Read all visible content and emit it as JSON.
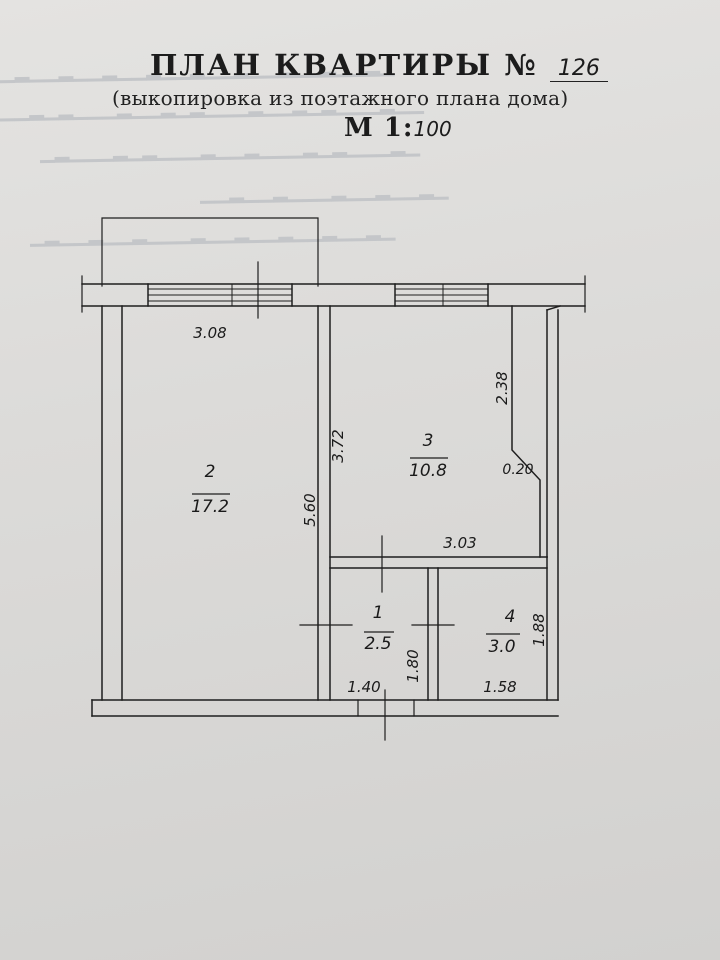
{
  "header": {
    "title": "ПЛАН КВАРТИРЫ №",
    "apartment_number": "126",
    "subtitle": "(выкопировка из поэтажного плана дома)",
    "scale_label": "М 1:",
    "scale_value": "100"
  },
  "rooms": [
    {
      "number": "1",
      "area": "2.5"
    },
    {
      "number": "2",
      "area": "17.2"
    },
    {
      "number": "3",
      "area": "10.8"
    },
    {
      "number": "4",
      "area": "3.0"
    }
  ],
  "dimensions": {
    "room2_width": "3.08",
    "room2_length": "5.60",
    "room3_width": "3.03",
    "room3_length": "3.72",
    "niche_depth": "2.38",
    "niche_offset": "0.20",
    "room1_width": "1.40",
    "room1_length": "1.80",
    "room4_width": "1.58",
    "room4_length": "1.88"
  }
}
